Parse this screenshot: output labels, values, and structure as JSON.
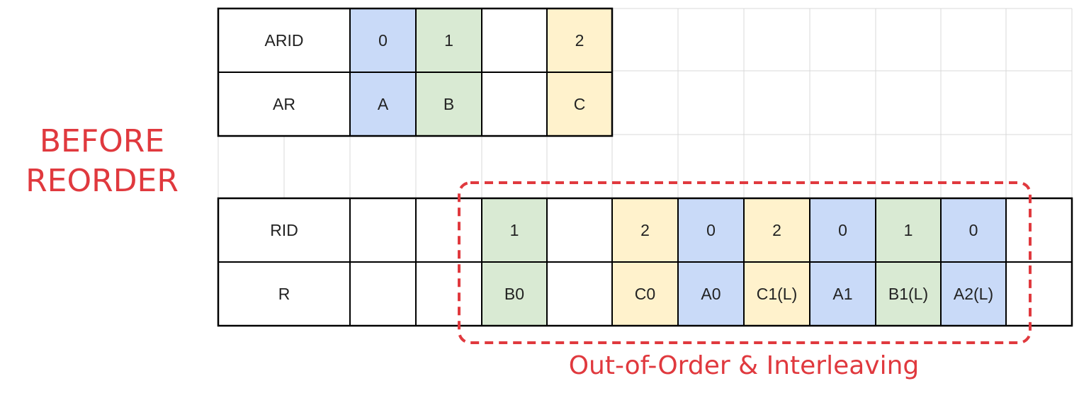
{
  "colors": {
    "id0": "#c9daf8",
    "id1": "#d9ead3",
    "id2": "#fff2cc",
    "accent": "#e0393e",
    "grid": "#d9d9d9",
    "border": "#000000"
  },
  "title_lines": [
    "BEFORE",
    "REORDER"
  ],
  "caption": "Out-of-Order & Interleaving",
  "address_channel": {
    "rows": [
      {
        "label": "ARID",
        "cells": [
          {
            "text": "0",
            "id": 0
          },
          {
            "text": "1",
            "id": 1
          },
          {
            "text": "",
            "id": null
          },
          {
            "text": "2",
            "id": 2
          }
        ]
      },
      {
        "label": "AR",
        "cells": [
          {
            "text": "A",
            "id": 0
          },
          {
            "text": "B",
            "id": 1
          },
          {
            "text": "",
            "id": null
          },
          {
            "text": "C",
            "id": 2
          }
        ]
      }
    ]
  },
  "read_channel": {
    "rows": [
      {
        "label": "RID",
        "cells": [
          {
            "text": "",
            "id": null
          },
          {
            "text": "",
            "id": null
          },
          {
            "text": "1",
            "id": 1
          },
          {
            "text": "",
            "id": null
          },
          {
            "text": "2",
            "id": 2
          },
          {
            "text": "0",
            "id": 0
          },
          {
            "text": "2",
            "id": 2
          },
          {
            "text": "0",
            "id": 0
          },
          {
            "text": "1",
            "id": 1
          },
          {
            "text": "0",
            "id": 0
          },
          {
            "text": "",
            "id": null
          }
        ]
      },
      {
        "label": "R",
        "cells": [
          {
            "text": "",
            "id": null
          },
          {
            "text": "",
            "id": null
          },
          {
            "text": "B0",
            "id": 1
          },
          {
            "text": "",
            "id": null
          },
          {
            "text": "C0",
            "id": 2
          },
          {
            "text": "A0",
            "id": 0
          },
          {
            "text": "C1(L)",
            "id": 2
          },
          {
            "text": "A1",
            "id": 0
          },
          {
            "text": "B1(L)",
            "id": 1
          },
          {
            "text": "A2(L)",
            "id": 0
          },
          {
            "text": "",
            "id": null
          }
        ]
      }
    ]
  }
}
